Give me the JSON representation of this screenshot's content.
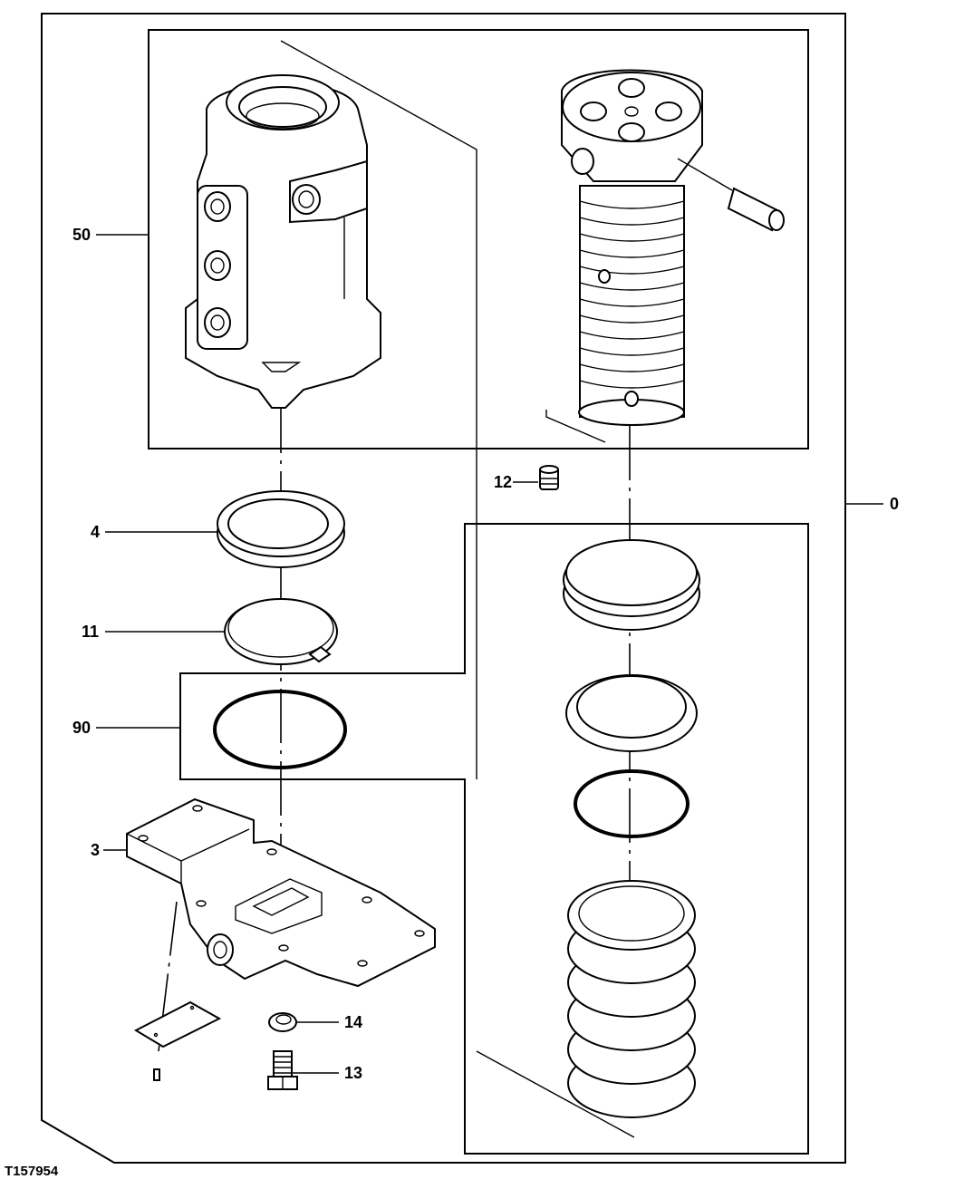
{
  "figure_id": "T157954",
  "callouts": {
    "c0": "0",
    "c50": "50",
    "c12": "12",
    "c4": "4",
    "c11": "11",
    "c90": "90",
    "c3": "3",
    "c14": "14",
    "c13": "13"
  }
}
